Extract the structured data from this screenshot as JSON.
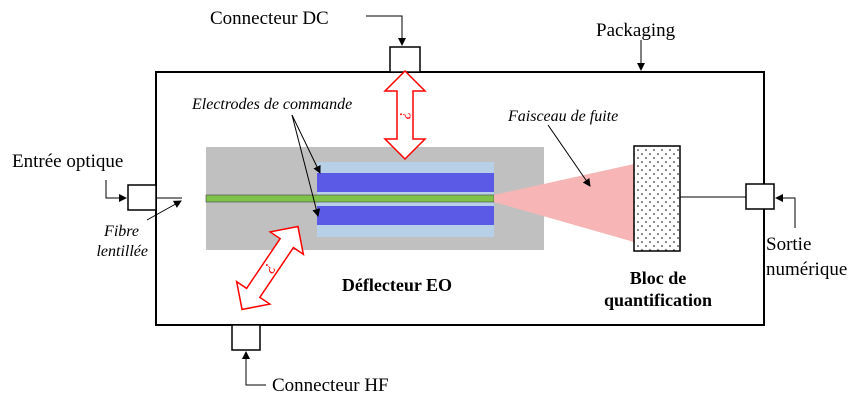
{
  "labels": {
    "connecteur_dc": "Connecteur DC",
    "packaging": "Packaging",
    "electrodes": "Electrodes de commande",
    "faisceau": "Faisceau de fuite",
    "entree_optique": "Entrée optique",
    "fibre_line1": "Fibre",
    "fibre_line2": "lentillée",
    "deflecteur": "Déflecteur EO",
    "bloc_line1": "Bloc de",
    "bloc_line2": "quantification",
    "sortie_line1": "Sortie",
    "sortie_line2": "numérique",
    "connecteur_hf": "Connecteur HF",
    "question_mark": "?"
  },
  "colors": {
    "substrate": "#c0c0c0",
    "modulator_region": "#b8cfe8",
    "electrode": "#5a5ae6",
    "waveguide": "#7fc24a",
    "leak_beam": "#f7b5b5",
    "arrow_outline": "#ff0000"
  }
}
